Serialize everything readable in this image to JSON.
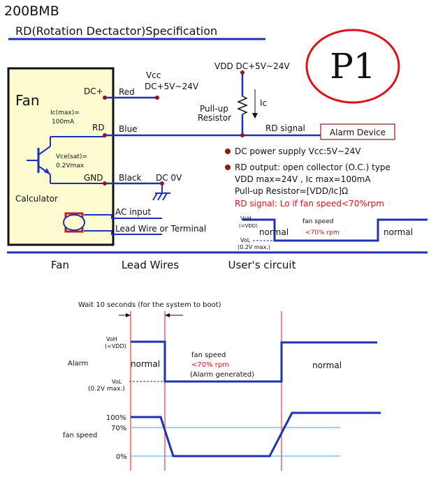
{
  "header": {
    "model": "200BMB",
    "subtitle": "RD(Rotation Dectactor)Specification",
    "badge": "P1"
  },
  "fan_box": {
    "title": "Fan",
    "pins": {
      "dc_plus": "DC+",
      "rd": "RD",
      "gnd": "GND"
    },
    "ic_max_line1": "Ic(max)=",
    "ic_max_line2": "100mA",
    "vce_line1": "Vce(sat)=",
    "vce_line2": "0.2Vmax",
    "calculator": "Calculator"
  },
  "wires": {
    "red": "Red",
    "blue": "Blue",
    "black": "Black",
    "vcc_label": "Vcc",
    "vcc_range": "DC+5V~24V",
    "dc0v": "DC 0V",
    "ac_input": "AC input",
    "lead_wire": "Lead Wire or Terminal"
  },
  "user_circuit": {
    "vdd_top": "VDD DC+5V~24V",
    "ic": "Ic",
    "pullup_line1": "Pull-up",
    "pullup_line2": "Resistor",
    "rd_signal": "RD signal",
    "alarm_device": "Alarm Device"
  },
  "specs": {
    "bullet1": "DC power supply Vcc:5V~24V",
    "bullet2": "RD output: open collector (O.C.) type",
    "line3": "VDD max=24V , Ic max=100mA",
    "line4": "Pull-up Resistor=[VDD/Ic]Ω",
    "line5": "RD signal: Lo if fan speed<70%rpm"
  },
  "mini_wave": {
    "voh": "VoH",
    "voh_sub": "(=VDD)",
    "vol": "VoL",
    "vol_sub": "(0.2V max.)",
    "normal_left": "normal",
    "fan_speed": "fan speed",
    "pct": "<70% rpm",
    "normal_right": "normal"
  },
  "sections": {
    "fan": "Fan",
    "lead_wires": "Lead Wires",
    "users_circuit": "User's circuit"
  },
  "timing": {
    "wait_note": "Wait 10 seconds (for the system to boot)",
    "alarm": "Alarm",
    "voh": "VoH",
    "voh_sub": "(=VDD)",
    "vol": "VoL",
    "vol_sub": "(0.2V max.)",
    "normal_left": "normal",
    "fan_speed_title": "fan speed",
    "pct": "<70% rpm",
    "alarm_generated": "(Alarm generated)",
    "normal_right": "normal",
    "fan_speed_axis": "fan speed",
    "pct100": "100%",
    "pct70": "70%",
    "pct0": "0%"
  },
  "colors": {
    "blue": "#1e2fb8",
    "red": "#e0101a",
    "fan_fill": "#fdfbd0",
    "dark_red": "#8b1a1a",
    "teal": "#33aadd"
  }
}
